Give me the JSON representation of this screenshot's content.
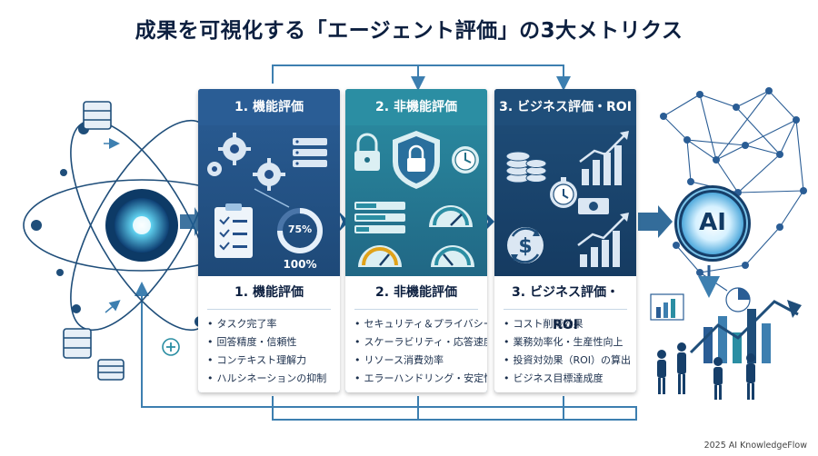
{
  "title": "成果を可視化する「エージェント評価」の3大メトリクス",
  "panels": [
    {
      "header": "1. 機能評価",
      "body_title": "1. 機能評価",
      "items": [
        "タスク完了率",
        "回答精度・信頼性",
        "コンテキスト理解力",
        "ハルシネーションの抑制"
      ],
      "gauge_label": "75%",
      "gauge_value": 75,
      "gauge_sub": "100%",
      "color": "#2a5d95"
    },
    {
      "header": "2. 非機能評価",
      "body_title": "2. 非機能評価",
      "items": [
        "セキュリティ＆プライバシー",
        "スケーラビリティ・応答速度",
        "リソース消費効率",
        "エラーハンドリング・安定性"
      ],
      "color": "#2b8ea3"
    },
    {
      "header": "3. ビジネス評価・ROI",
      "body_title": "3. ビジネス評価・ROI",
      "items": [
        "コスト削減効果",
        "業務効率化・生産性向上",
        "投資対効果（ROI）の算出",
        "ビジネス目標達成度"
      ],
      "color": "#1f4e7a"
    }
  ],
  "ai_label": "AI",
  "footer": "2025 AI KnowledgeFlow"
}
